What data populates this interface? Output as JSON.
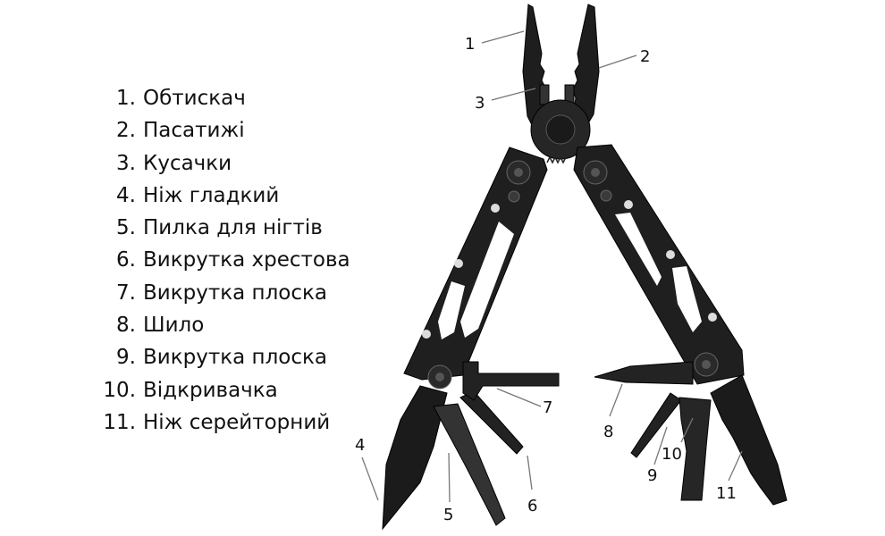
{
  "legend": {
    "items": [
      {
        "num": "1.",
        "label": "Обтискач"
      },
      {
        "num": "2.",
        "label": "Пасатижі"
      },
      {
        "num": "3.",
        "label": "Кусачки"
      },
      {
        "num": "4.",
        "label": "Ніж гладкий"
      },
      {
        "num": "5.",
        "label": "Пилка для нігтів"
      },
      {
        "num": "6.",
        "label": "Викрутка хрестова"
      },
      {
        "num": "7.",
        "label": "Викрутка плоска"
      },
      {
        "num": "8.",
        "label": "Шило"
      },
      {
        "num": "9.",
        "label": "Викрутка плоска"
      },
      {
        "num": "10.",
        "label": "Відкривачка"
      },
      {
        "num": "11.",
        "label": "Ніж серейторний"
      }
    ]
  },
  "callouts": {
    "c1": "1",
    "c2": "2",
    "c3": "3",
    "c4": "4",
    "c5": "5",
    "c6": "6",
    "c7": "7",
    "c8": "8",
    "c9": "9",
    "c10": "10",
    "c11": "11"
  },
  "colors": {
    "tool_dark": "#1c1c1c",
    "tool_mid": "#2e2e2e",
    "leader": "#777777"
  }
}
